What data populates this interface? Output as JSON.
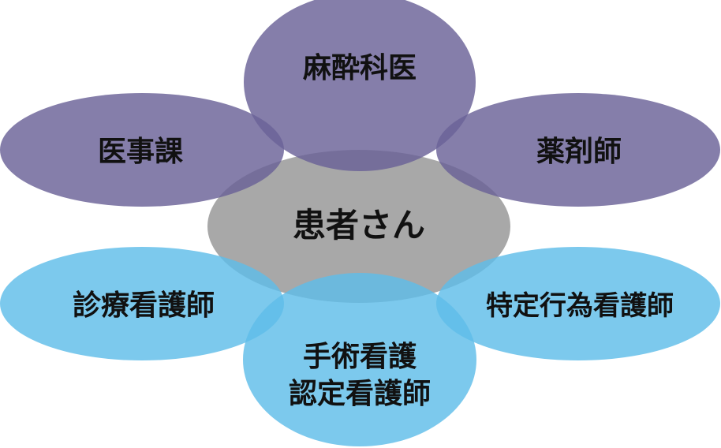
{
  "diagram": {
    "center": {
      "label": "患者さん",
      "color": "#a3a3a3"
    },
    "nodes": [
      {
        "id": "anesthesiologist",
        "label": "麻酔科医",
        "color": "#6a6197"
      },
      {
        "id": "medical-affairs",
        "label": "医事課",
        "color": "#6a6197"
      },
      {
        "id": "pharmacist",
        "label": "薬剤師",
        "color": "#6a6197"
      },
      {
        "id": "clinical-nurse",
        "label": "診療看護師",
        "color": "#5fbde9"
      },
      {
        "id": "specified-act-nurse",
        "label": "特定行為看護師",
        "color": "#5fbde9"
      },
      {
        "id": "surgical-nurse",
        "label_line1": "手術看護",
        "label_line2": "認定看護師",
        "color": "#5fbde9"
      }
    ]
  }
}
